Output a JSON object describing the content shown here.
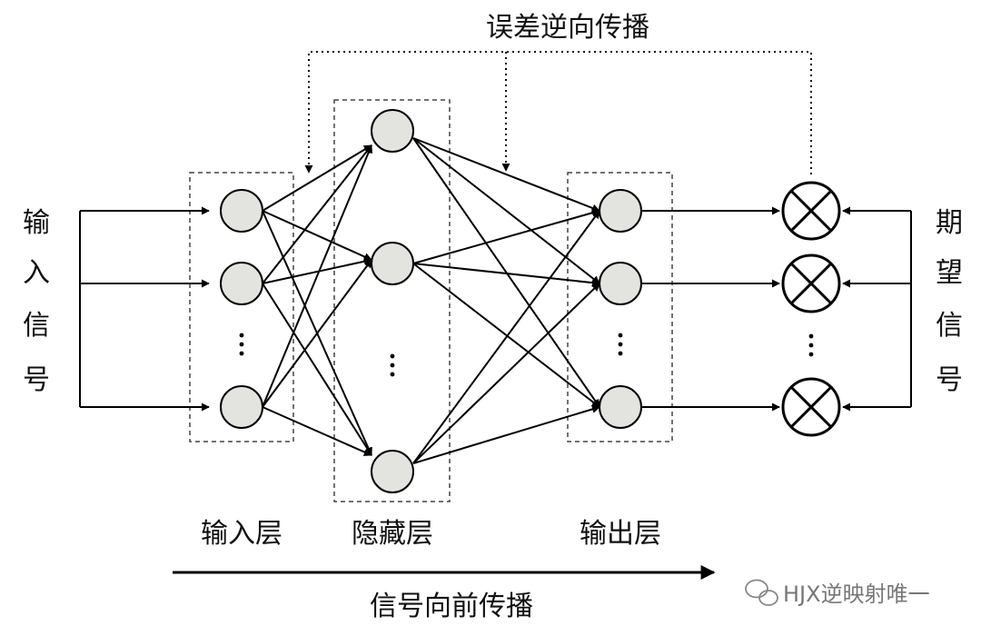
{
  "title_backprop": "误差逆向传播",
  "forward_label": "信号向前传播",
  "input_signal": [
    "输",
    "入",
    "信",
    "号"
  ],
  "expected_signal": [
    "期",
    "望",
    "信",
    "号"
  ],
  "layers": {
    "input": "输入层",
    "hidden": "隐藏层",
    "output": "输出层"
  },
  "ellipsis": "⋮",
  "watermark": "HJX逆映射唯一",
  "colors": {
    "node_fill": "#e3e4df",
    "stroke": "#000000",
    "box": "#444444"
  }
}
